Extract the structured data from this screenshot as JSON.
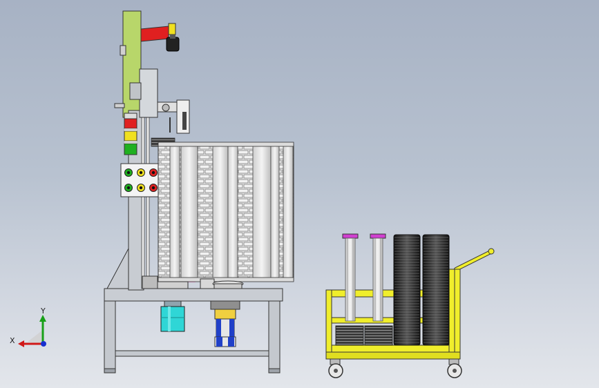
{
  "view": {
    "background_top": "#a7b2c4",
    "background_bottom": "#e3e6eb"
  },
  "triad": {
    "x_label": "X",
    "y_label": "Y",
    "x_color": "#d01818",
    "y_color": "#18a018",
    "z_color": "#1830d0"
  },
  "palette": {
    "frame_green": "#b8d66a",
    "flag_red": "#e02020",
    "cart_yellow": "#f0ee2c",
    "cylinder_cyan": "#2fd6d6",
    "rod_pink": "#ff9ad8",
    "cap_magenta": "#d040d0",
    "disc_dark": "#222222",
    "steel": "#e8e8e8"
  },
  "machine": {
    "stack_light": [
      "red",
      "yellow",
      "green"
    ],
    "control_panel_buttons": [
      [
        "green",
        "yellow",
        "red"
      ],
      [
        "green",
        "yellow",
        "red"
      ]
    ]
  }
}
